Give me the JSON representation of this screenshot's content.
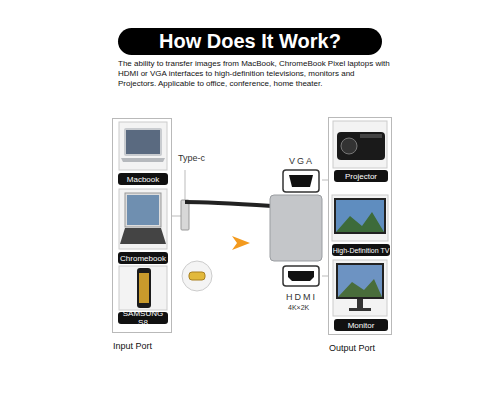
{
  "diagram": {
    "title": "How Does It Work?",
    "caption": "The ability to transfer images from MacBook, ChromeBook Pixel laptops with HDMI or VGA interfaces to high-definition televisions, monitors and Projectors. Applicable to office, conference, home theater.",
    "nodes": [
      {
        "text": [
          "Input Port"
        ]
      },
      {
        "text": [
          "Macbook"
        ],
        "in": 0
      },
      {
        "text": [
          "Chromebook"
        ],
        "in": 0
      },
      {
        "text": [
          "SAMSUNG S8"
        ],
        "in": 0
      },
      {
        "text": [
          "Output Port"
        ]
      },
      {
        "text": [
          "Projector"
        ],
        "in": 4
      },
      {
        "text": [
          "High-Definition TV"
        ],
        "in": 4
      },
      {
        "text": [
          "Monitor"
        ],
        "in": 4
      }
    ],
    "labels": [
      "Type-c",
      "VGA",
      "HDMI",
      "4K×2K"
    ]
  }
}
